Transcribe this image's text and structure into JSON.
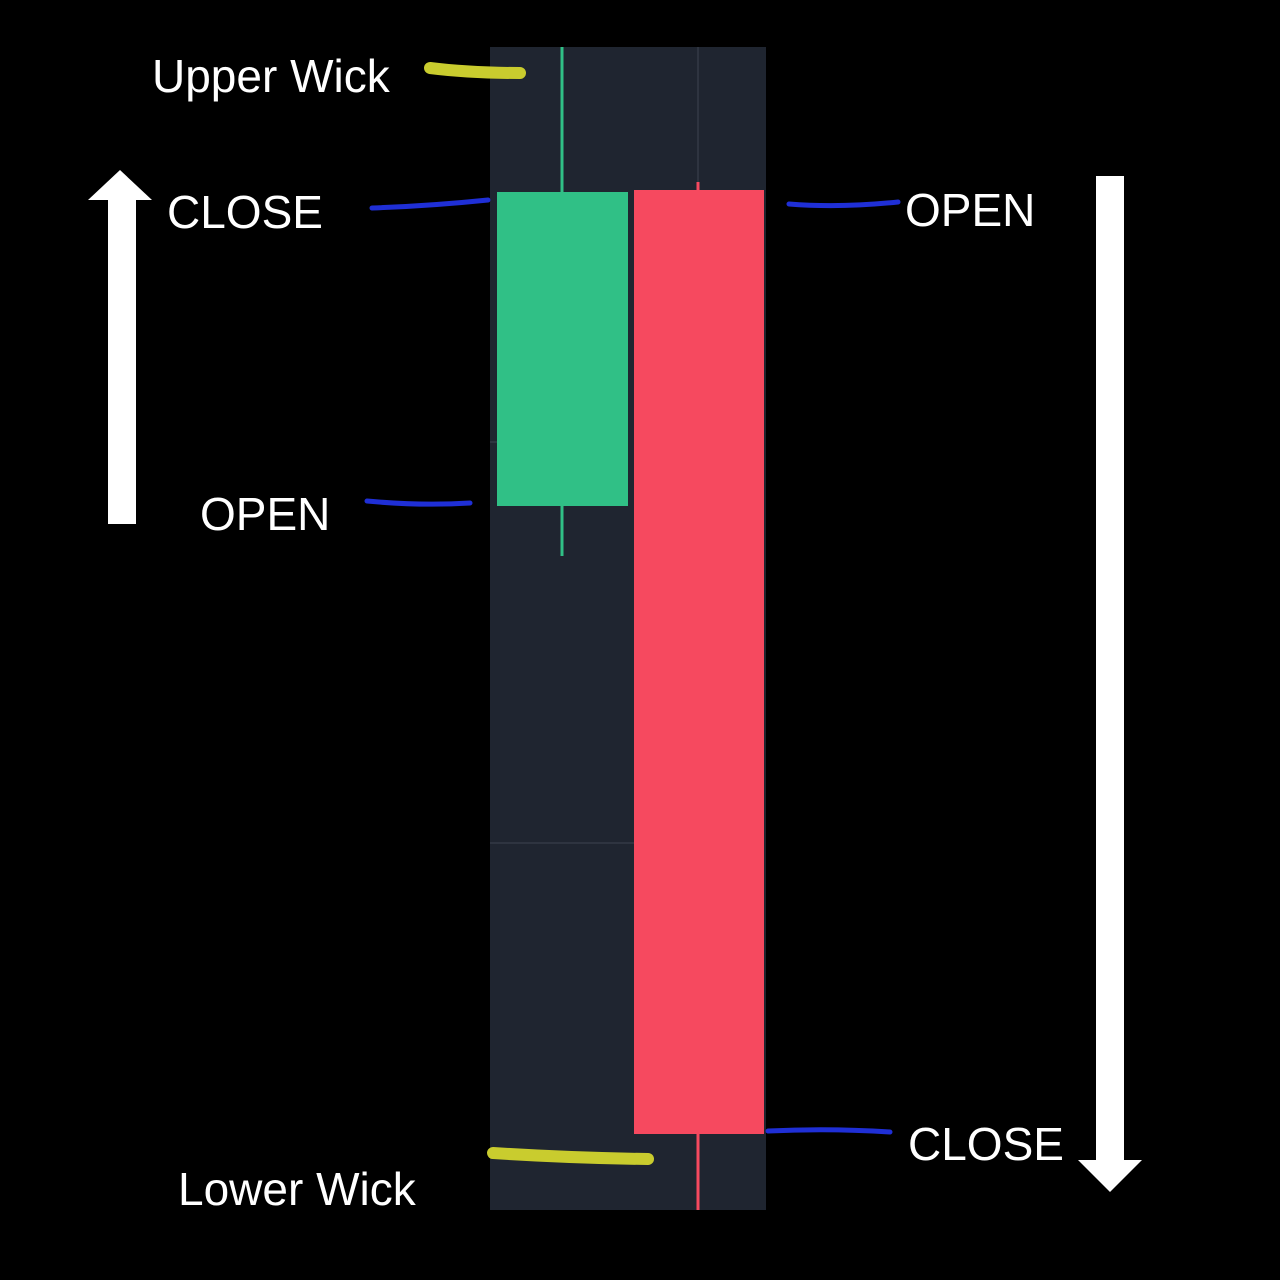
{
  "labels": {
    "upper_wick": "Upper Wick",
    "lower_wick": "Lower Wick",
    "bull_close": "CLOSE",
    "bull_open": "OPEN",
    "bear_open": "OPEN",
    "bear_close": "CLOSE"
  },
  "colors": {
    "background": "#000000",
    "chart_panel": "#1f2530",
    "grid": "#2e3440",
    "bullish": "#30c086",
    "bearish": "#f6495f",
    "pointer_line": "#1f2fd6",
    "wick_highlight": "#c9cc2e",
    "arrow": "#ffffff",
    "text": "#ffffff"
  },
  "icons": {
    "up_arrow": "arrow-up-icon",
    "down_arrow": "arrow-down-icon"
  }
}
